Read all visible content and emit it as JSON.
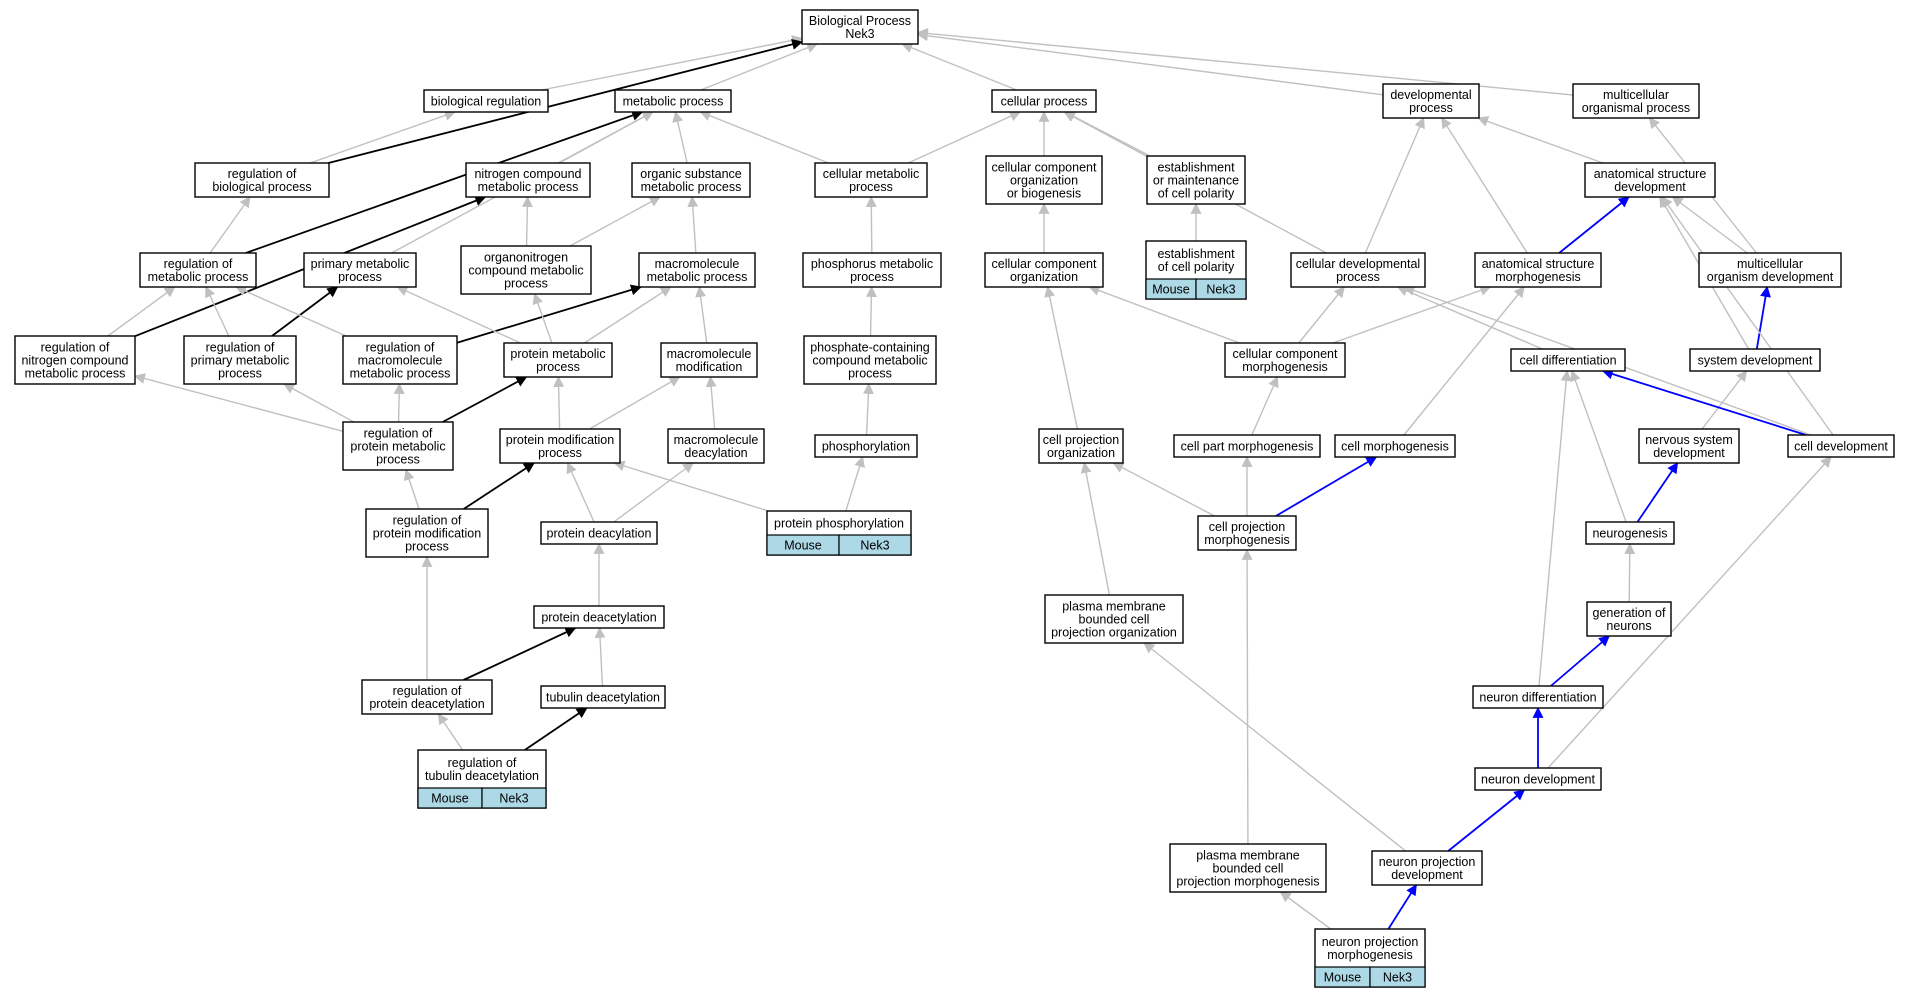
{
  "colors": {
    "gray_edge": "#c0c0c0",
    "black_edge": "#000000",
    "blue_edge": "#0000ff",
    "annotation_fill": "#add8e6"
  },
  "nodes": {
    "bp_root": {
      "lines": [
        "Biological Process",
        "Nek3"
      ]
    },
    "biological_regulation": {
      "lines": [
        "biological regulation"
      ]
    },
    "metabolic_process": {
      "lines": [
        "metabolic process"
      ]
    },
    "cellular_process": {
      "lines": [
        "cellular process"
      ]
    },
    "developmental_process": {
      "lines": [
        "developmental",
        "process"
      ]
    },
    "multicellular_organismal_process": {
      "lines": [
        "multicellular",
        "organismal process"
      ]
    },
    "regulation_of_biological_process": {
      "lines": [
        "regulation of",
        "biological process"
      ]
    },
    "nitrogen_compound_metabolic_process": {
      "lines": [
        "nitrogen compound",
        "metabolic process"
      ]
    },
    "organic_substance_metabolic_process": {
      "lines": [
        "organic substance",
        "metabolic process"
      ]
    },
    "cellular_metabolic_process": {
      "lines": [
        "cellular metabolic",
        "process"
      ]
    },
    "cellular_component_organization_or_biogenesis": {
      "lines": [
        "cellular component",
        "organization",
        "or biogenesis"
      ]
    },
    "establishment_or_maintenance_of_cell_polarity": {
      "lines": [
        "establishment",
        "or maintenance",
        "of cell polarity"
      ]
    },
    "anatomical_structure_development": {
      "lines": [
        "anatomical structure",
        "development"
      ]
    },
    "regulation_of_metabolic_process": {
      "lines": [
        "regulation of",
        "metabolic process"
      ]
    },
    "primary_metabolic_process": {
      "lines": [
        "primary metabolic",
        "process"
      ]
    },
    "organonitrogen_compound_metabolic_process": {
      "lines": [
        "organonitrogen",
        "compound metabolic",
        "process"
      ]
    },
    "macromolecule_metabolic_process": {
      "lines": [
        "macromolecule",
        "metabolic process"
      ]
    },
    "phosphorus_metabolic_process": {
      "lines": [
        "phosphorus metabolic",
        "process"
      ]
    },
    "cellular_component_organization": {
      "lines": [
        "cellular component",
        "organization"
      ]
    },
    "establishment_of_cell_polarity": {
      "lines": [
        "establishment",
        "of cell polarity"
      ],
      "annotation": [
        "Mouse",
        "Nek3"
      ]
    },
    "cellular_developmental_process": {
      "lines": [
        "cellular developmental",
        "process"
      ]
    },
    "anatomical_structure_morphogenesis": {
      "lines": [
        "anatomical structure",
        "morphogenesis"
      ]
    },
    "multicellular_organism_development": {
      "lines": [
        "multicellular",
        "organism development"
      ]
    },
    "regulation_of_nitrogen_compound_metabolic_process": {
      "lines": [
        "regulation of",
        "nitrogen compound",
        "metabolic process"
      ]
    },
    "regulation_of_primary_metabolic_process": {
      "lines": [
        "regulation of",
        "primary metabolic",
        "process"
      ]
    },
    "regulation_of_macromolecule_metabolic_process": {
      "lines": [
        "regulation of",
        "macromolecule",
        "metabolic process"
      ]
    },
    "protein_metabolic_process": {
      "lines": [
        "protein metabolic",
        "process"
      ]
    },
    "macromolecule_modification": {
      "lines": [
        "macromolecule",
        "modification"
      ]
    },
    "phosphate_containing_compound_metabolic_process": {
      "lines": [
        "phosphate-containing",
        "compound metabolic",
        "process"
      ]
    },
    "cellular_component_morphogenesis": {
      "lines": [
        "cellular component",
        "morphogenesis"
      ]
    },
    "cell_differentiation": {
      "lines": [
        "cell differentiation"
      ]
    },
    "system_development": {
      "lines": [
        "system development"
      ]
    },
    "regulation_of_protein_metabolic_process": {
      "lines": [
        "regulation of",
        "protein metabolic",
        "process"
      ]
    },
    "protein_modification_process": {
      "lines": [
        "protein modification",
        "process"
      ]
    },
    "macromolecule_deacylation": {
      "lines": [
        "macromolecule",
        "deacylation"
      ]
    },
    "phosphorylation": {
      "lines": [
        "phosphorylation"
      ]
    },
    "cell_projection_organization": {
      "lines": [
        "cell projection",
        "organization"
      ]
    },
    "cell_part_morphogenesis": {
      "lines": [
        "cell part morphogenesis"
      ]
    },
    "cell_morphogenesis": {
      "lines": [
        "cell morphogenesis"
      ]
    },
    "nervous_system_development": {
      "lines": [
        "nervous system",
        "development"
      ]
    },
    "cell_development": {
      "lines": [
        "cell development"
      ]
    },
    "regulation_of_protein_modification_process": {
      "lines": [
        "regulation of",
        "protein modification",
        "process"
      ]
    },
    "protein_deacylation": {
      "lines": [
        "protein deacylation"
      ]
    },
    "protein_phosphorylation": {
      "lines": [
        "protein phosphorylation"
      ],
      "annotation": [
        "Mouse",
        "Nek3"
      ]
    },
    "cell_projection_morphogenesis": {
      "lines": [
        "cell projection",
        "morphogenesis"
      ]
    },
    "neurogenesis": {
      "lines": [
        "neurogenesis"
      ]
    },
    "plasma_membrane_bounded_cell_projection_organization": {
      "lines": [
        "plasma membrane",
        "bounded cell",
        "projection organization"
      ]
    },
    "generation_of_neurons": {
      "lines": [
        "generation of",
        "neurons"
      ]
    },
    "protein_deacetylation": {
      "lines": [
        "protein deacetylation"
      ]
    },
    "regulation_of_protein_deacetylation": {
      "lines": [
        "regulation of",
        "protein deacetylation"
      ]
    },
    "tubulin_deacetylation": {
      "lines": [
        "tubulin deacetylation"
      ]
    },
    "neuron_differentiation": {
      "lines": [
        "neuron differentiation"
      ]
    },
    "regulation_of_tubulin_deacetylation": {
      "lines": [
        "regulation of",
        "tubulin deacetylation"
      ],
      "annotation": [
        "Mouse",
        "Nek3"
      ]
    },
    "neuron_development": {
      "lines": [
        "neuron development"
      ]
    },
    "plasma_membrane_bounded_cell_projection_morphogenesis": {
      "lines": [
        "plasma membrane",
        "bounded cell",
        "projection morphogenesis"
      ]
    },
    "neuron_projection_development": {
      "lines": [
        "neuron projection",
        "development"
      ]
    },
    "neuron_projection_morphogenesis": {
      "lines": [
        "neuron projection",
        "morphogenesis"
      ],
      "annotation": [
        "Mouse",
        "Nek3"
      ]
    }
  },
  "edges": [
    {
      "from": "biological_regulation",
      "to": "bp_root",
      "kind": "gray"
    },
    {
      "from": "metabolic_process",
      "to": "bp_root",
      "kind": "gray"
    },
    {
      "from": "cellular_process",
      "to": "bp_root",
      "kind": "gray"
    },
    {
      "from": "developmental_process",
      "to": "bp_root",
      "kind": "gray"
    },
    {
      "from": "multicellular_organismal_process",
      "to": "bp_root",
      "kind": "gray"
    },
    {
      "from": "regulation_of_biological_process",
      "to": "bp_root",
      "kind": "black"
    },
    {
      "from": "regulation_of_biological_process",
      "to": "biological_regulation",
      "kind": "gray"
    },
    {
      "from": "nitrogen_compound_metabolic_process",
      "to": "metabolic_process",
      "kind": "gray"
    },
    {
      "from": "organic_substance_metabolic_process",
      "to": "metabolic_process",
      "kind": "gray"
    },
    {
      "from": "cellular_metabolic_process",
      "to": "metabolic_process",
      "kind": "gray"
    },
    {
      "from": "cellular_metabolic_process",
      "to": "cellular_process",
      "kind": "gray"
    },
    {
      "from": "primary_metabolic_process",
      "to": "metabolic_process",
      "kind": "gray"
    },
    {
      "from": "regulation_of_metabolic_process",
      "to": "metabolic_process",
      "kind": "black"
    },
    {
      "from": "regulation_of_metabolic_process",
      "to": "regulation_of_biological_process",
      "kind": "gray"
    },
    {
      "from": "cellular_component_organization_or_biogenesis",
      "to": "cellular_process",
      "kind": "gray"
    },
    {
      "from": "establishment_or_maintenance_of_cell_polarity",
      "to": "cellular_process",
      "kind": "gray"
    },
    {
      "from": "cellular_developmental_process",
      "to": "cellular_process",
      "kind": "gray"
    },
    {
      "from": "cellular_developmental_process",
      "to": "developmental_process",
      "kind": "gray"
    },
    {
      "from": "anatomical_structure_development",
      "to": "developmental_process",
      "kind": "gray"
    },
    {
      "from": "anatomical_structure_morphogenesis",
      "to": "developmental_process",
      "kind": "gray"
    },
    {
      "from": "multicellular_organism_development",
      "to": "multicellular_organismal_process",
      "kind": "gray"
    },
    {
      "from": "multicellular_organism_development",
      "to": "anatomical_structure_development",
      "kind": "gray"
    },
    {
      "from": "anatomical_structure_morphogenesis",
      "to": "anatomical_structure_development",
      "kind": "blue"
    },
    {
      "from": "organonitrogen_compound_metabolic_process",
      "to": "nitrogen_compound_metabolic_process",
      "kind": "gray"
    },
    {
      "from": "organonitrogen_compound_metabolic_process",
      "to": "organic_substance_metabolic_process",
      "kind": "gray"
    },
    {
      "from": "macromolecule_metabolic_process",
      "to": "organic_substance_metabolic_process",
      "kind": "gray"
    },
    {
      "from": "phosphorus_metabolic_process",
      "to": "cellular_metabolic_process",
      "kind": "gray"
    },
    {
      "from": "cellular_component_organization",
      "to": "cellular_component_organization_or_biogenesis",
      "kind": "gray"
    },
    {
      "from": "establishment_of_cell_polarity",
      "to": "establishment_or_maintenance_of_cell_polarity",
      "kind": "gray"
    },
    {
      "from": "regulation_of_nitrogen_compound_metabolic_process",
      "to": "nitrogen_compound_metabolic_process",
      "kind": "black"
    },
    {
      "from": "regulation_of_nitrogen_compound_metabolic_process",
      "to": "regulation_of_metabolic_process",
      "kind": "gray"
    },
    {
      "from": "regulation_of_primary_metabolic_process",
      "to": "primary_metabolic_process",
      "kind": "black"
    },
    {
      "from": "regulation_of_primary_metabolic_process",
      "to": "regulation_of_metabolic_process",
      "kind": "gray"
    },
    {
      "from": "regulation_of_macromolecule_metabolic_process",
      "to": "macromolecule_metabolic_process",
      "kind": "black"
    },
    {
      "from": "regulation_of_macromolecule_metabolic_process",
      "to": "regulation_of_metabolic_process",
      "kind": "gray"
    },
    {
      "from": "protein_metabolic_process",
      "to": "organonitrogen_compound_metabolic_process",
      "kind": "gray"
    },
    {
      "from": "protein_metabolic_process",
      "to": "primary_metabolic_process",
      "kind": "gray"
    },
    {
      "from": "protein_metabolic_process",
      "to": "macromolecule_metabolic_process",
      "kind": "gray"
    },
    {
      "from": "macromolecule_modification",
      "to": "macromolecule_metabolic_process",
      "kind": "gray"
    },
    {
      "from": "phosphate_containing_compound_metabolic_process",
      "to": "phosphorus_metabolic_process",
      "kind": "gray"
    },
    {
      "from": "cellular_component_morphogenesis",
      "to": "cellular_component_organization",
      "kind": "gray"
    },
    {
      "from": "cellular_component_morphogenesis",
      "to": "cellular_developmental_process",
      "kind": "gray"
    },
    {
      "from": "cellular_component_morphogenesis",
      "to": "anatomical_structure_morphogenesis",
      "kind": "gray"
    },
    {
      "from": "cell_differentiation",
      "to": "cellular_developmental_process",
      "kind": "gray"
    },
    {
      "from": "system_development",
      "to": "multicellular_organism_development",
      "kind": "blue"
    },
    {
      "from": "system_development",
      "to": "anatomical_structure_development",
      "kind": "gray"
    },
    {
      "from": "regulation_of_protein_metabolic_process",
      "to": "protein_metabolic_process",
      "kind": "black"
    },
    {
      "from": "regulation_of_protein_metabolic_process",
      "to": "regulation_of_macromolecule_metabolic_process",
      "kind": "gray"
    },
    {
      "from": "regulation_of_protein_metabolic_process",
      "to": "regulation_of_nitrogen_compound_metabolic_process",
      "kind": "gray"
    },
    {
      "from": "regulation_of_protein_metabolic_process",
      "to": "regulation_of_primary_metabolic_process",
      "kind": "gray"
    },
    {
      "from": "protein_modification_process",
      "to": "protein_metabolic_process",
      "kind": "gray"
    },
    {
      "from": "protein_modification_process",
      "to": "macromolecule_modification",
      "kind": "gray"
    },
    {
      "from": "macromolecule_deacylation",
      "to": "macromolecule_modification",
      "kind": "gray"
    },
    {
      "from": "phosphorylation",
      "to": "phosphate_containing_compound_metabolic_process",
      "kind": "gray"
    },
    {
      "from": "cell_projection_organization",
      "to": "cellular_component_organization",
      "kind": "gray"
    },
    {
      "from": "cell_part_morphogenesis",
      "to": "cellular_component_morphogenesis",
      "kind": "gray"
    },
    {
      "from": "cell_morphogenesis",
      "to": "anatomical_structure_morphogenesis",
      "kind": "gray"
    },
    {
      "from": "nervous_system_development",
      "to": "system_development",
      "kind": "gray"
    },
    {
      "from": "cell_development",
      "to": "cell_differentiation",
      "kind": "blue"
    },
    {
      "from": "cell_development",
      "to": "cellular_developmental_process",
      "kind": "gray"
    },
    {
      "from": "cell_development",
      "to": "anatomical_structure_development",
      "kind": "gray"
    },
    {
      "from": "regulation_of_protein_modification_process",
      "to": "protein_modification_process",
      "kind": "black"
    },
    {
      "from": "regulation_of_protein_modification_process",
      "to": "regulation_of_protein_metabolic_process",
      "kind": "gray"
    },
    {
      "from": "protein_deacylation",
      "to": "protein_modification_process",
      "kind": "gray"
    },
    {
      "from": "protein_deacylation",
      "to": "macromolecule_deacylation",
      "kind": "gray"
    },
    {
      "from": "protein_phosphorylation",
      "to": "protein_modification_process",
      "kind": "gray"
    },
    {
      "from": "protein_phosphorylation",
      "to": "phosphorylation",
      "kind": "gray"
    },
    {
      "from": "cell_projection_morphogenesis",
      "to": "cell_part_morphogenesis",
      "kind": "gray"
    },
    {
      "from": "cell_projection_morphogenesis",
      "to": "cell_projection_organization",
      "kind": "gray"
    },
    {
      "from": "cell_projection_morphogenesis",
      "to": "cell_morphogenesis",
      "kind": "blue"
    },
    {
      "from": "neurogenesis",
      "to": "nervous_system_development",
      "kind": "blue"
    },
    {
      "from": "neurogenesis",
      "to": "cell_differentiation",
      "kind": "gray"
    },
    {
      "from": "plasma_membrane_bounded_cell_projection_organization",
      "to": "cell_projection_organization",
      "kind": "gray"
    },
    {
      "from": "generation_of_neurons",
      "to": "neurogenesis",
      "kind": "gray"
    },
    {
      "from": "protein_deacetylation",
      "to": "protein_deacylation",
      "kind": "gray"
    },
    {
      "from": "regulation_of_protein_deacetylation",
      "to": "protein_deacetylation",
      "kind": "black"
    },
    {
      "from": "regulation_of_protein_deacetylation",
      "to": "regulation_of_protein_modification_process",
      "kind": "gray"
    },
    {
      "from": "tubulin_deacetylation",
      "to": "protein_deacetylation",
      "kind": "gray"
    },
    {
      "from": "neuron_differentiation",
      "to": "generation_of_neurons",
      "kind": "blue"
    },
    {
      "from": "neuron_differentiation",
      "to": "cell_differentiation",
      "kind": "gray"
    },
    {
      "from": "regulation_of_tubulin_deacetylation",
      "to": "tubulin_deacetylation",
      "kind": "black"
    },
    {
      "from": "regulation_of_tubulin_deacetylation",
      "to": "regulation_of_protein_deacetylation",
      "kind": "gray"
    },
    {
      "from": "neuron_development",
      "to": "neuron_differentiation",
      "kind": "blue"
    },
    {
      "from": "neuron_development",
      "to": "cell_development",
      "kind": "gray"
    },
    {
      "from": "plasma_membrane_bounded_cell_projection_morphogenesis",
      "to": "cell_projection_morphogenesis",
      "kind": "gray"
    },
    {
      "from": "neuron_projection_development",
      "to": "neuron_development",
      "kind": "blue"
    },
    {
      "from": "neuron_projection_development",
      "to": "plasma_membrane_bounded_cell_projection_organization",
      "kind": "gray"
    },
    {
      "from": "neuron_projection_morphogenesis",
      "to": "neuron_projection_development",
      "kind": "blue"
    },
    {
      "from": "neuron_projection_morphogenesis",
      "to": "plasma_membrane_bounded_cell_projection_morphogenesis",
      "kind": "gray"
    }
  ]
}
